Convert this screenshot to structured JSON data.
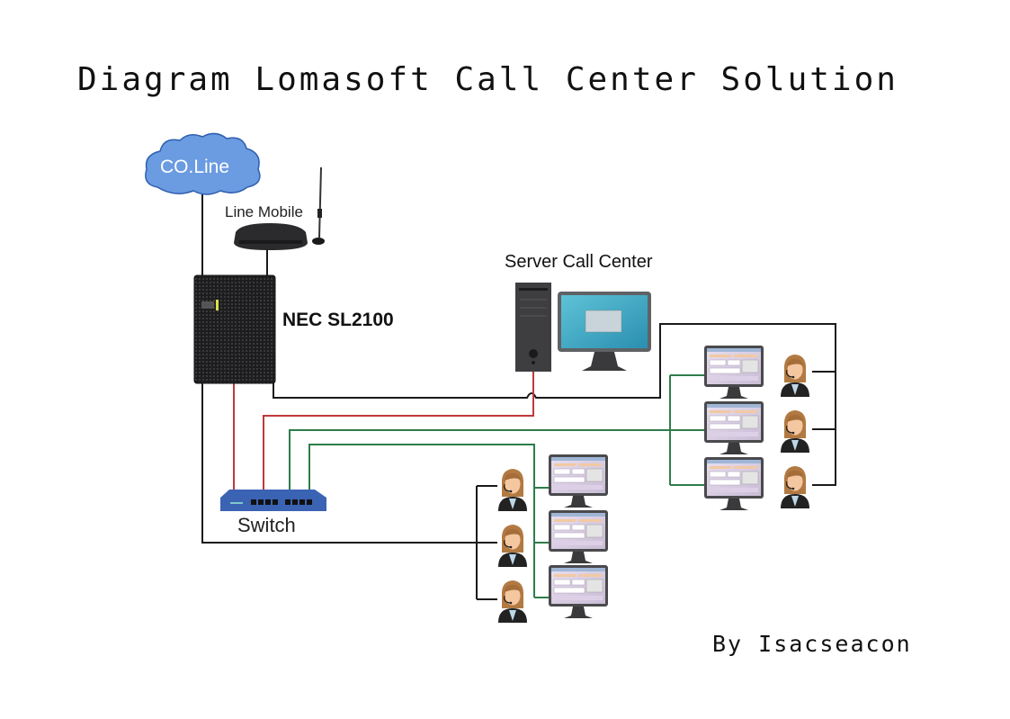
{
  "title": "Diagram Lomasoft Call Center Solution",
  "credit": "By Isacseacon",
  "colors": {
    "cloud": "#6b9be0",
    "switch": "#3b63b4",
    "cable_black": "#1a1a1a",
    "cable_red": "#c0393b",
    "cable_green": "#2e7d4a"
  },
  "nodes": {
    "co_line": {
      "label": "CO.Line",
      "icon": "cloud-icon"
    },
    "line_mobile": {
      "label": "Line Mobile",
      "icon": "gsm-gateway-icon"
    },
    "pbx": {
      "label": "NEC SL2100",
      "icon": "pbx-cabinet-icon"
    },
    "server": {
      "label": "Server Call Center",
      "icon": "server-computer-icon"
    },
    "switch": {
      "label": "Switch",
      "icon": "network-switch-icon"
    }
  },
  "agent_groups": [
    {
      "name": "right-group",
      "agents": 3,
      "workstations": 3
    },
    {
      "name": "bottom-group",
      "agents": 3,
      "workstations": 3
    }
  ],
  "connections": [
    {
      "from": "co_line",
      "to": "pbx",
      "type": "black"
    },
    {
      "from": "line_mobile",
      "to": "pbx",
      "type": "black"
    },
    {
      "from": "pbx",
      "to": "switch",
      "type": "red"
    },
    {
      "from": "switch",
      "to": "server",
      "type": "red"
    },
    {
      "from": "switch",
      "to": "right-group workstations",
      "type": "green"
    },
    {
      "from": "switch",
      "to": "bottom-group workstations",
      "type": "green"
    },
    {
      "from": "pbx",
      "to": "right-group agents",
      "type": "black"
    },
    {
      "from": "pbx",
      "to": "bottom-group agents",
      "type": "black"
    }
  ]
}
